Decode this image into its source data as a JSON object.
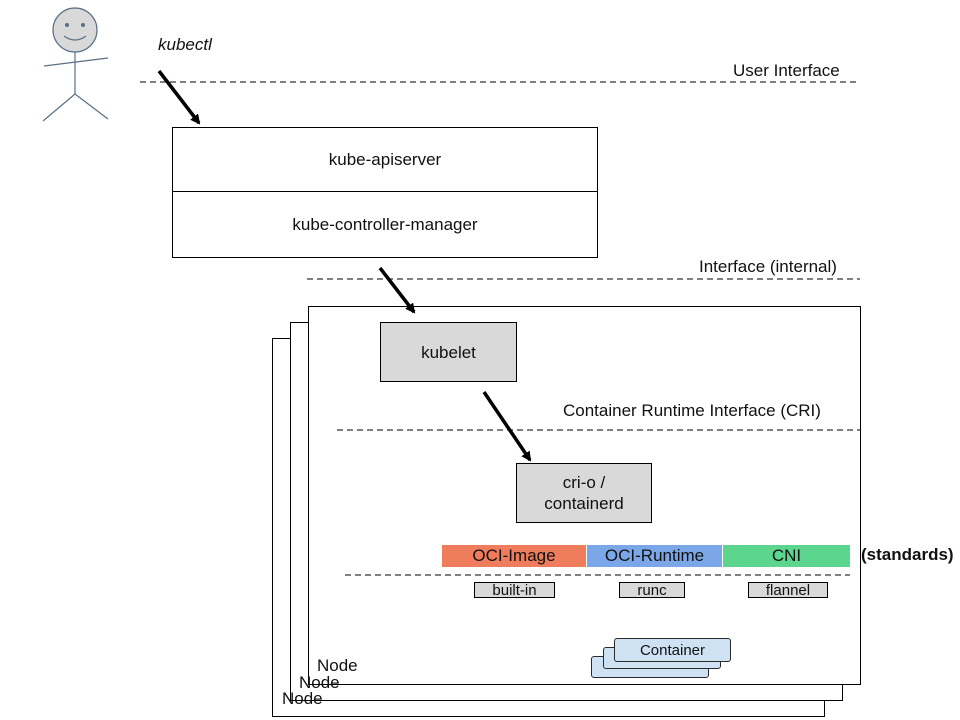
{
  "actor": {
    "label": "kubectl",
    "icon": "stick-figure-icon"
  },
  "layers": {
    "user_interface": "User Interface",
    "internal_interface": "Interface (internal)",
    "cri": "Container Runtime Interface (CRI)"
  },
  "control_plane": {
    "apiserver": "kube-apiserver",
    "controller_manager": "kube-controller-manager"
  },
  "node": {
    "kubelet": "kubelet",
    "runtime_line1": "cri-o /",
    "runtime_line2": "containerd",
    "labels": [
      "Node",
      "Node",
      "Node"
    ],
    "container": "Container"
  },
  "standards": {
    "caption": "(standards)",
    "items": [
      {
        "label": "OCI-Image",
        "color": "#f07c5e",
        "impl": "built-in"
      },
      {
        "label": "OCI-Runtime",
        "color": "#7ba7e8",
        "impl": "runc"
      },
      {
        "label": "CNI",
        "color": "#5cd68e",
        "impl": "flannel"
      }
    ]
  }
}
